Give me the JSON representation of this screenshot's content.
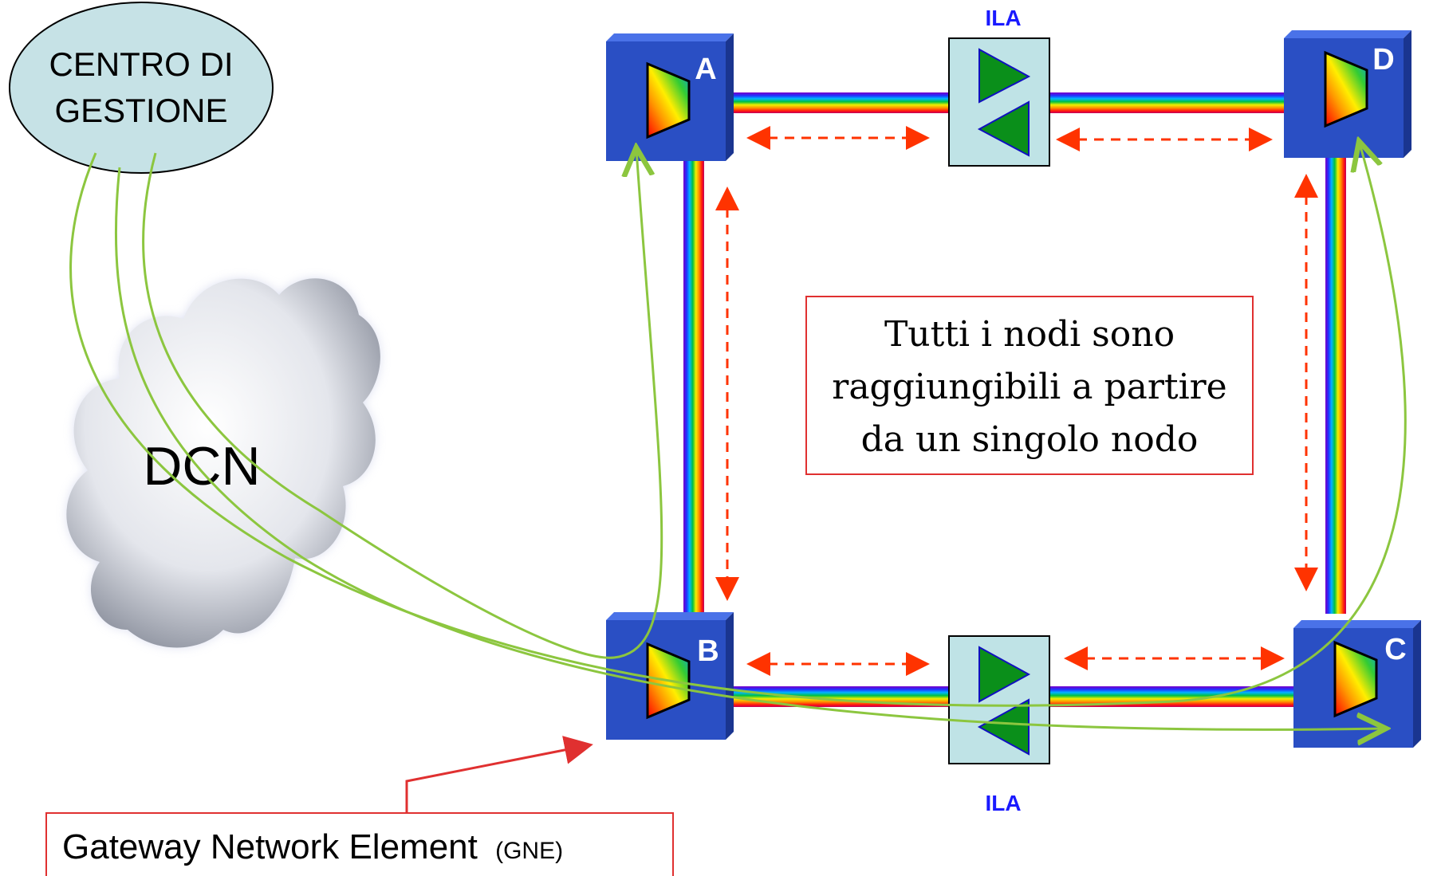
{
  "management_center": {
    "line1": "CENTRO DI",
    "line2": "GESTIONE"
  },
  "cloud": {
    "label": "DCN"
  },
  "nodes": [
    {
      "id": "node-a",
      "label": "A"
    },
    {
      "id": "node-b",
      "label": "B"
    },
    {
      "id": "node-c",
      "label": "C"
    },
    {
      "id": "node-d",
      "label": "D"
    }
  ],
  "amplifiers": {
    "top_label": "ILA",
    "bottom_label": "ILA"
  },
  "info_box": {
    "line1": "Tutti i nodi sono",
    "line2": "raggiungibili a partire",
    "line3": "da un singolo nodo"
  },
  "gne_box": {
    "main": "Gateway Network Element",
    "abbrev": "(GNE)"
  },
  "colors": {
    "node_blue": "#2a4fc4",
    "ila_fill": "#bfe3e6",
    "ila_triangle": "#0a8f1a",
    "management_path": "#8cc63f",
    "dashed_arrow": "#ff3300",
    "box_border": "#e03030",
    "ila_label": "#1a1aff"
  }
}
